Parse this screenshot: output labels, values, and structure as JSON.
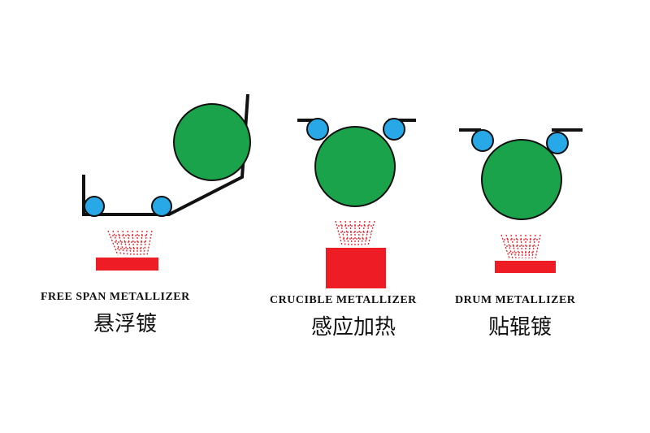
{
  "panels": [
    {
      "id": "free",
      "label_en": "FREE SPAN METALLIZER",
      "label_zh": "悬浮镀"
    },
    {
      "id": "crucible",
      "label_en": "CRUCIBLE METALLIZER",
      "label_zh": "感应加热"
    },
    {
      "id": "drum",
      "label_en": "DRUM METALLIZER",
      "label_zh": "贴辊镀"
    }
  ],
  "colors": {
    "drum": "#1aa34a",
    "guide_roller": "#29a8e8",
    "source": "#ee1c25",
    "vapor": "#ee1c25",
    "film": "#111111"
  }
}
